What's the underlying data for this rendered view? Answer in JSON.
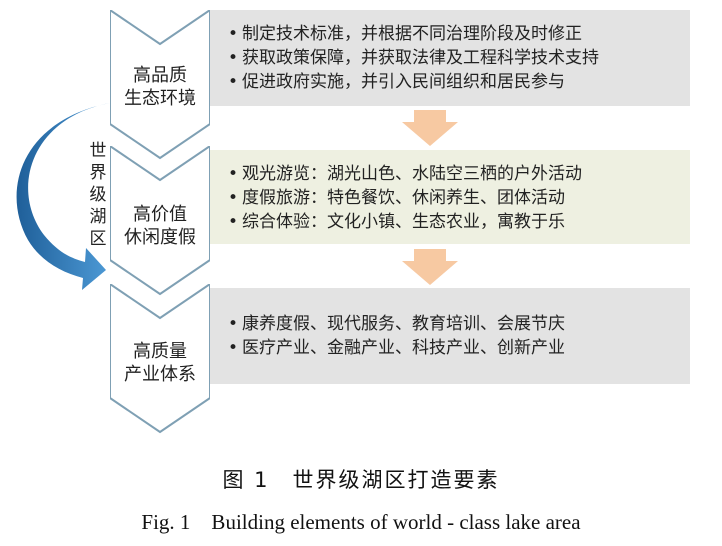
{
  "stages": [
    {
      "label_line1": "高品质",
      "label_line2": "生态环境",
      "bullets": [
        "制定技术标准，并根据不同治理阶段及时修正",
        "获取政策保障，并获取法律及工程科学技术支持",
        "促进政府实施，并引入民间组织和居民参与"
      ]
    },
    {
      "label_line1": "高价值",
      "label_line2": "休闲度假",
      "bullets": [
        "观光游览：湖光山色、水陆空三栖的户外活动",
        "度假旅游：特色餐饮、休闲养生、团体活动",
        "综合体验：文化小镇、生态农业，寓教于乐"
      ]
    },
    {
      "label_line1": "高质量",
      "label_line2": "产业体系",
      "bullets": [
        "康养度假、现代服务、教育培训、会展节庆",
        "医疗产业、金融产业、科技产业、创新产业"
      ]
    }
  ],
  "bullet_symbol": "•",
  "side_label": [
    "世",
    "界",
    "级",
    "湖",
    "区"
  ],
  "caption_cn": "图 1　世界级湖区打造要素",
  "caption_en": "Fig. 1　Building elements of world - class lake area",
  "colors": {
    "panel_gray": "#e3e3e3",
    "panel_green": "#eef0e1",
    "down_arrow": "#f7c9a2",
    "curved_arrow": "#2f76b6",
    "chevron_stroke": "#7fa0b4"
  }
}
